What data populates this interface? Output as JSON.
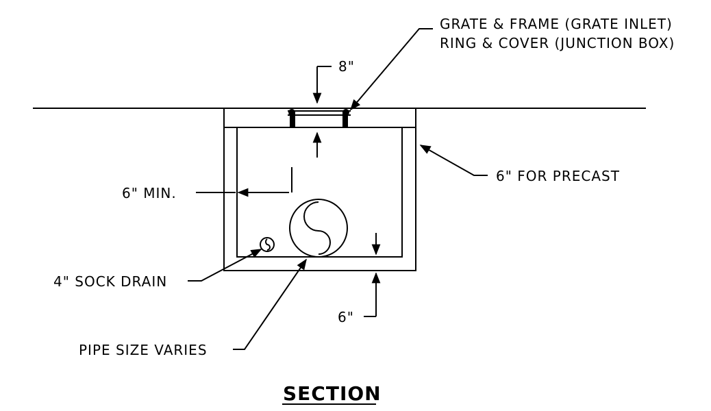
{
  "title": "SECTION",
  "labels": {
    "grate_line1": "GRATE & FRAME (GRATE INLET)",
    "grate_line2": "RING & COVER (JUNCTION BOX)",
    "dim_top": "8\"",
    "wall_precast": "6\" FOR PRECAST",
    "min_clearance": "6\" MIN.",
    "sock_drain": "4\" SOCK DRAIN",
    "bottom_thickness": "6\"",
    "pipe": "PIPE SIZE VARIES"
  },
  "colors": {
    "line": "#000000",
    "background": "#ffffff"
  }
}
